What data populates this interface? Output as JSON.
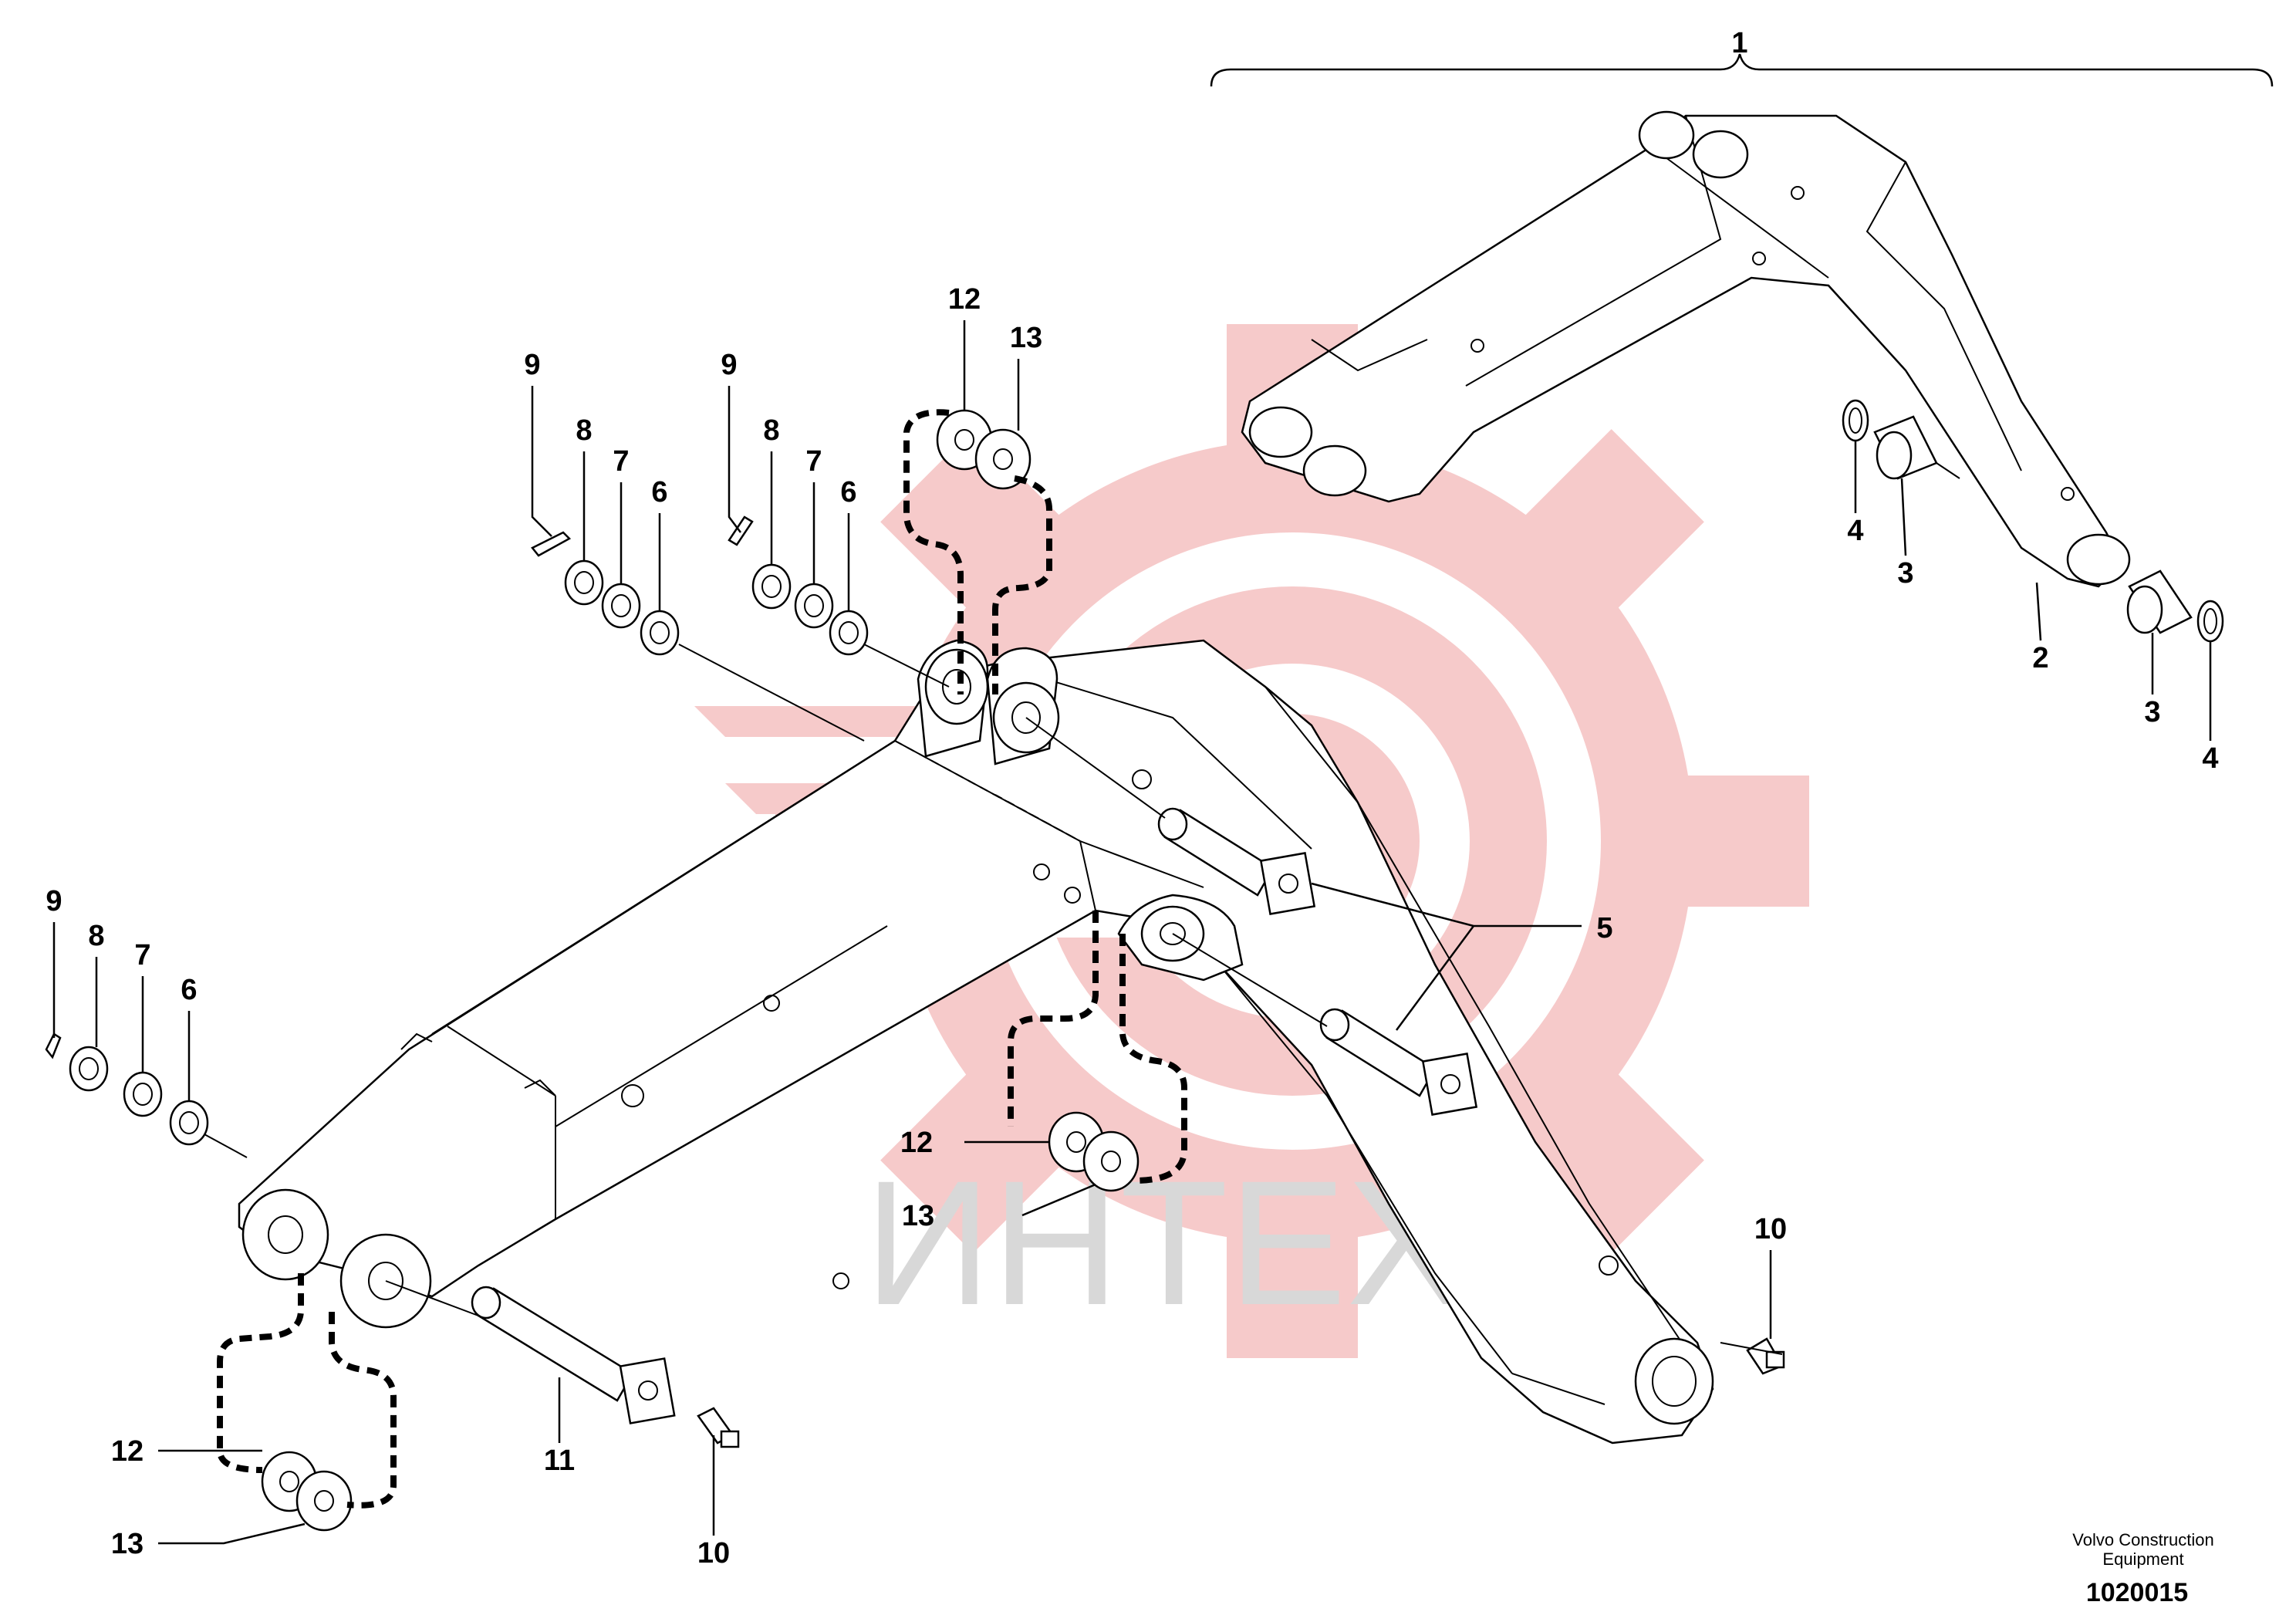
{
  "watermark": {
    "text": "ИНТЕХ",
    "icon": "gear-target-watermark-icon",
    "color": "#f5c2c2"
  },
  "labels": {
    "l1": "1",
    "l2": "2",
    "l3a": "3",
    "l3b": "3",
    "l4a": "4",
    "l4b": "4",
    "l5": "5",
    "l6a": "6",
    "l6b": "6",
    "l6c": "6",
    "l7a": "7",
    "l7b": "7",
    "l7c": "7",
    "l8a": "8",
    "l8b": "8",
    "l8c": "8",
    "l9a": "9",
    "l9b": "9",
    "l9c": "9",
    "l10a": "10",
    "l10b": "10",
    "l11": "11",
    "l12a": "12",
    "l12b": "12",
    "l12c": "12",
    "l13a": "13",
    "l13b": "13",
    "l13c": "13"
  },
  "footer": {
    "company_line1": "Volvo Construction",
    "company_line2": "Equipment",
    "drawing_number": "1020015"
  }
}
